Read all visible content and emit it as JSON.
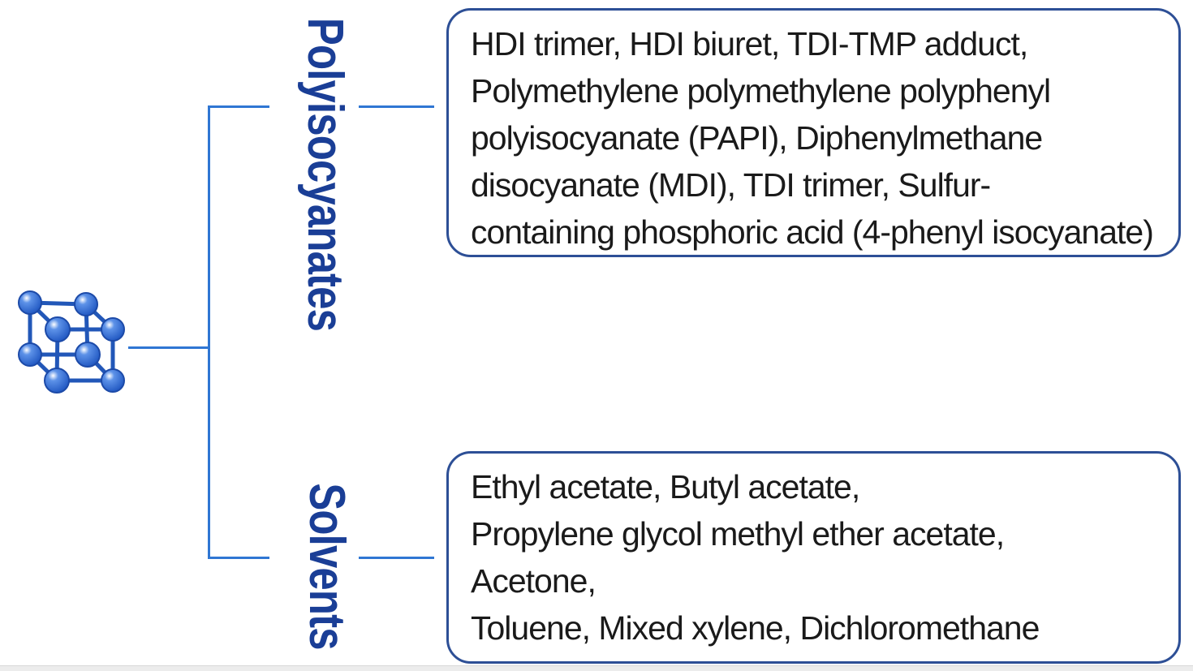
{
  "diagram": {
    "root_icon": "molecule-cube-icon",
    "branches": [
      {
        "label": "Polyisocyanates",
        "items_text": "HDI trimer, HDI biuret, TDI-TMP adduct,\nPolymethylene polymethylene polyphenyl\npolyisocyanate (PAPI), Diphenylmethane\ndisocyanate (MDI), TDI trimer, Sulfur-\ncontaining phosphoric acid (4-phenyl isocyanate)"
      },
      {
        "label": "Solvents",
        "items_text": "Ethyl acetate, Butyl acetate,\nPropylene glycol methyl ether acetate,\nAcetone,\nToluene, Mixed xylene, Dichloromethane"
      }
    ],
    "colors": {
      "line-blue": "#2f76d3",
      "label-blue": "#1a3e96",
      "box-border": "#2d4f96",
      "text-dark": "#1a1a1a",
      "sphere-blue": "#2563c8",
      "sphere-edge": "#1c4aa8",
      "strip-gray": "#ececec"
    }
  }
}
